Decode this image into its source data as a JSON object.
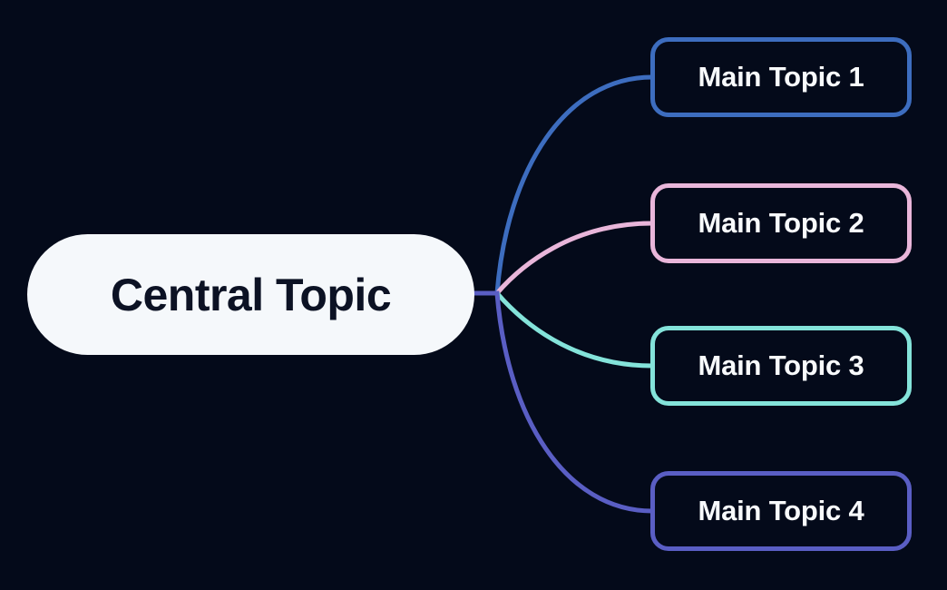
{
  "canvas": {
    "background": "#040a1a"
  },
  "central_node": {
    "label": "Central Topic",
    "background": "#f5f8fb",
    "text_color": "#0c1224"
  },
  "styles": {
    "topic_text_color": "#f8fafc"
  },
  "topics": [
    {
      "label": "Main Topic 1",
      "branch_color": "#3d6dbf"
    },
    {
      "label": "Main Topic 2",
      "branch_color": "#e9b6da"
    },
    {
      "label": "Main Topic 3",
      "branch_color": "#84e3da"
    },
    {
      "label": "Main Topic 4",
      "branch_color": "#5a5ec4"
    }
  ]
}
